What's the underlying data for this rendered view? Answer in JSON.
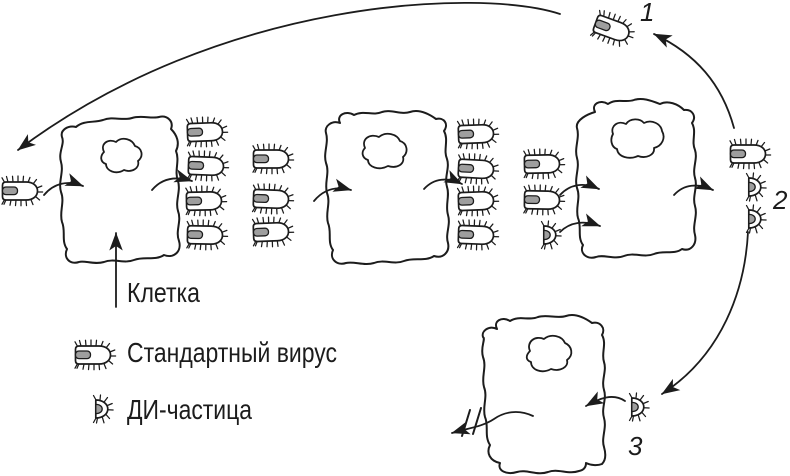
{
  "diagram": {
    "title_hint": "virus-life-cycle-with-di-particles",
    "labels": {
      "cell": "Клетка",
      "stage1": "1",
      "stage2": "2",
      "stage3": "3"
    },
    "legend": {
      "standard_virus": "Стандартный вирус",
      "di_particle": "ДИ-частица"
    },
    "colors": {
      "background": "#ffffff",
      "stroke": "#1c1c1c",
      "genome_fill": "#9e9e9e"
    },
    "icons": {
      "standard_virus": "standard-virus-icon",
      "di_particle": "di-particle-icon"
    }
  }
}
